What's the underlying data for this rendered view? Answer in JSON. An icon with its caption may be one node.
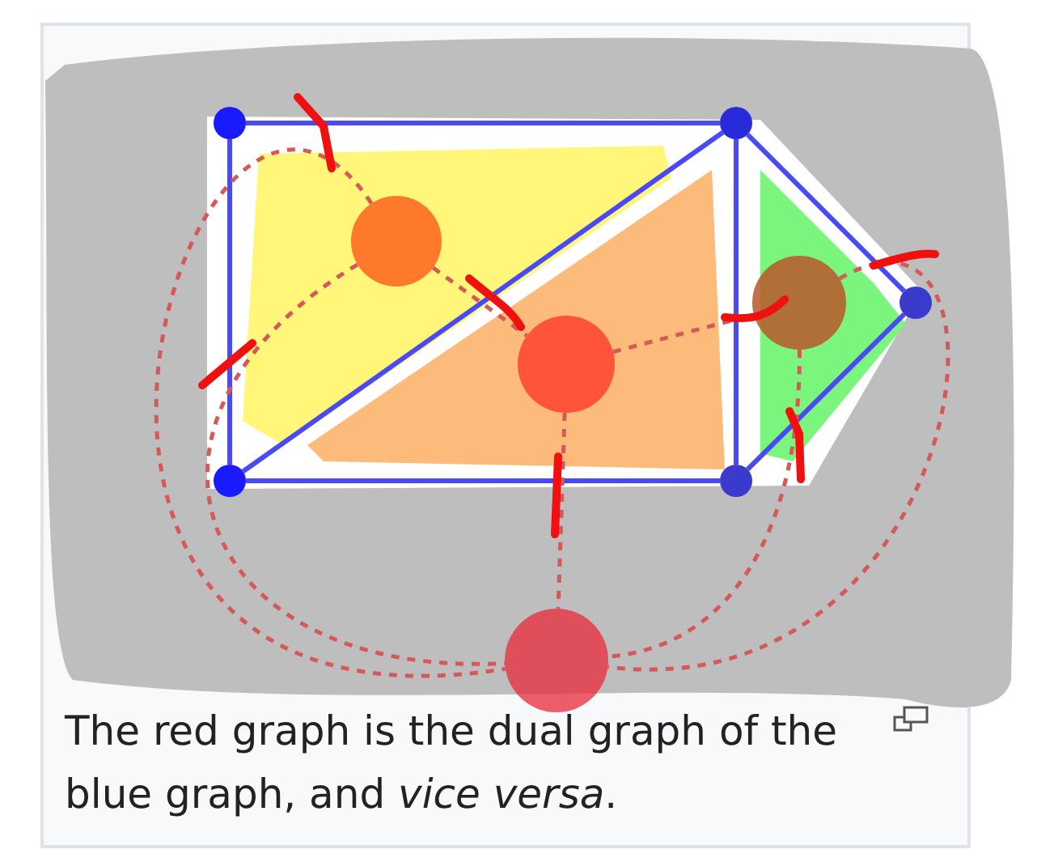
{
  "diagram": {
    "caption": "The red graph is the dual graph of the blue graph, and *vice versa*.",
    "nodes": [
      {
        "text": [],
        "shape": "circle"
      },
      {
        "text": [],
        "shape": "circle"
      },
      {
        "text": [],
        "shape": "circle"
      },
      {
        "text": [],
        "shape": "circle"
      },
      {
        "text": [],
        "shape": "circle"
      },
      {
        "text": [],
        "shape": "circle"
      },
      {
        "text": [],
        "shape": "circle"
      },
      {
        "text": [],
        "shape": "circle"
      },
      {
        "text": [],
        "shape": "circle"
      }
    ],
    "edges": [
      {
        "from": 0,
        "to": 1,
        "arrow": "none"
      },
      {
        "from": 0,
        "to": 2,
        "arrow": "none"
      },
      {
        "from": 2,
        "to": 3,
        "arrow": "none"
      },
      {
        "from": 1,
        "to": 3,
        "arrow": "none"
      },
      {
        "from": 2,
        "to": 1,
        "arrow": "none"
      },
      {
        "from": 1,
        "to": 4,
        "arrow": "none"
      },
      {
        "from": 3,
        "to": 4,
        "arrow": "none"
      },
      {
        "from": 5,
        "to": 6,
        "arrow": "none",
        "style": "dashed",
        "color": "#d45a5a"
      },
      {
        "from": 6,
        "to": 7,
        "arrow": "none",
        "style": "dashed",
        "color": "#d45a5a"
      },
      {
        "from": 6,
        "to": 8,
        "arrow": "none",
        "style": "dashed",
        "color": "#d45a5a"
      },
      {
        "from": 5,
        "to": 8,
        "arrow": "none",
        "style": "dashed",
        "color": "#d45a5a"
      },
      {
        "from": 5,
        "to": 8,
        "arrow": "none",
        "style": "dashed",
        "color": "#d45a5a"
      },
      {
        "from": 7,
        "to": 8,
        "arrow": "none",
        "style": "dashed",
        "color": "#d45a5a"
      },
      {
        "from": 7,
        "to": 8,
        "arrow": "none",
        "style": "dashed",
        "color": "#d45a5a"
      }
    ]
  }
}
